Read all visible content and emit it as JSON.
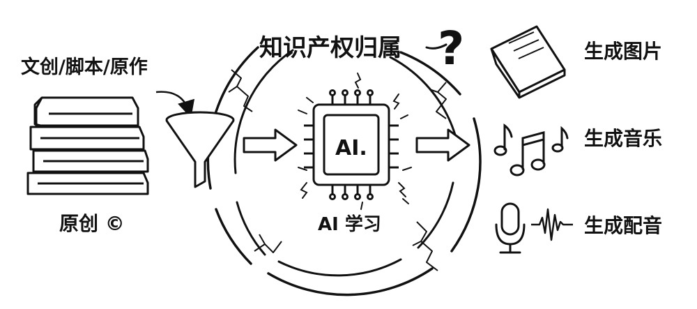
{
  "diagram": {
    "title": "知识产权归属",
    "title_mark": "?",
    "source_label": "文创/脚本/原作",
    "original_label": "原创 ©",
    "chip_label": "AI.",
    "learn_label": "AI 学习",
    "outputs": [
      {
        "label": "生成图片",
        "icon": "book-icon"
      },
      {
        "label": "生成音乐",
        "icon": "music-notes-icon"
      },
      {
        "label": "生成配音",
        "icon": "microphone-icon"
      }
    ]
  },
  "colors": {
    "ink": "#111111",
    "paper": "#ffffff"
  }
}
